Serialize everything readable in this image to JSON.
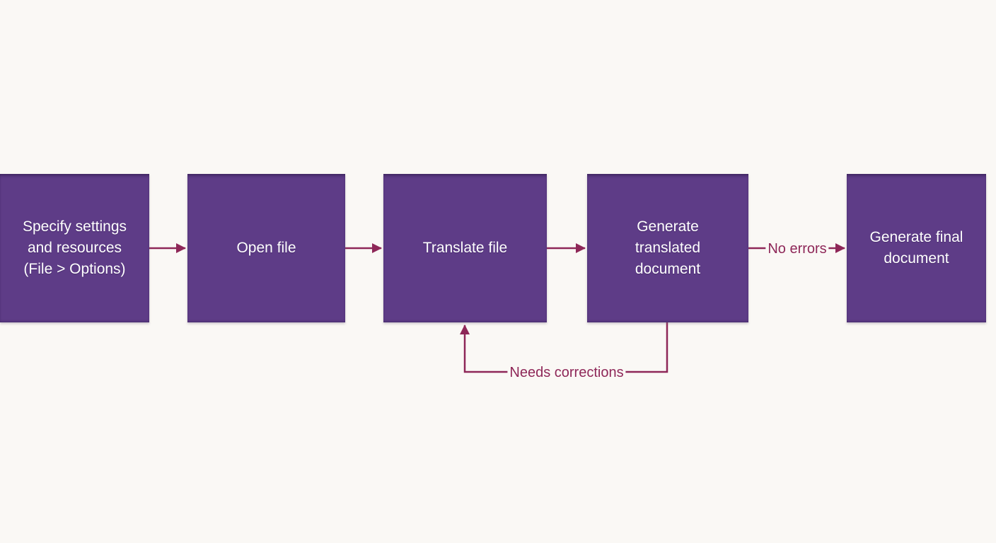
{
  "diagram": {
    "type": "flowchart",
    "colors": {
      "background": "#faf8f5",
      "box_fill": "#5e3c87",
      "box_text": "#ffffff",
      "connector": "#8e2758"
    },
    "nodes": [
      {
        "id": "specify-settings",
        "label": "Specify settings\nand resources\n(File > Options)"
      },
      {
        "id": "open-file",
        "label": "Open file"
      },
      {
        "id": "translate-file",
        "label": "Translate file"
      },
      {
        "id": "generate-translated-document",
        "label": "Generate\ntranslated\ndocument"
      },
      {
        "id": "generate-final-document",
        "label": "Generate final\ndocument"
      }
    ],
    "connectors": [
      {
        "from": "specify-settings",
        "to": "open-file",
        "label": ""
      },
      {
        "from": "open-file",
        "to": "translate-file",
        "label": ""
      },
      {
        "from": "translate-file",
        "to": "generate-translated-document",
        "label": ""
      },
      {
        "from": "generate-translated-document",
        "to": "generate-final-document",
        "label": "No errors"
      },
      {
        "from": "generate-translated-document",
        "to": "translate-file",
        "label": "Needs corrections"
      }
    ]
  }
}
